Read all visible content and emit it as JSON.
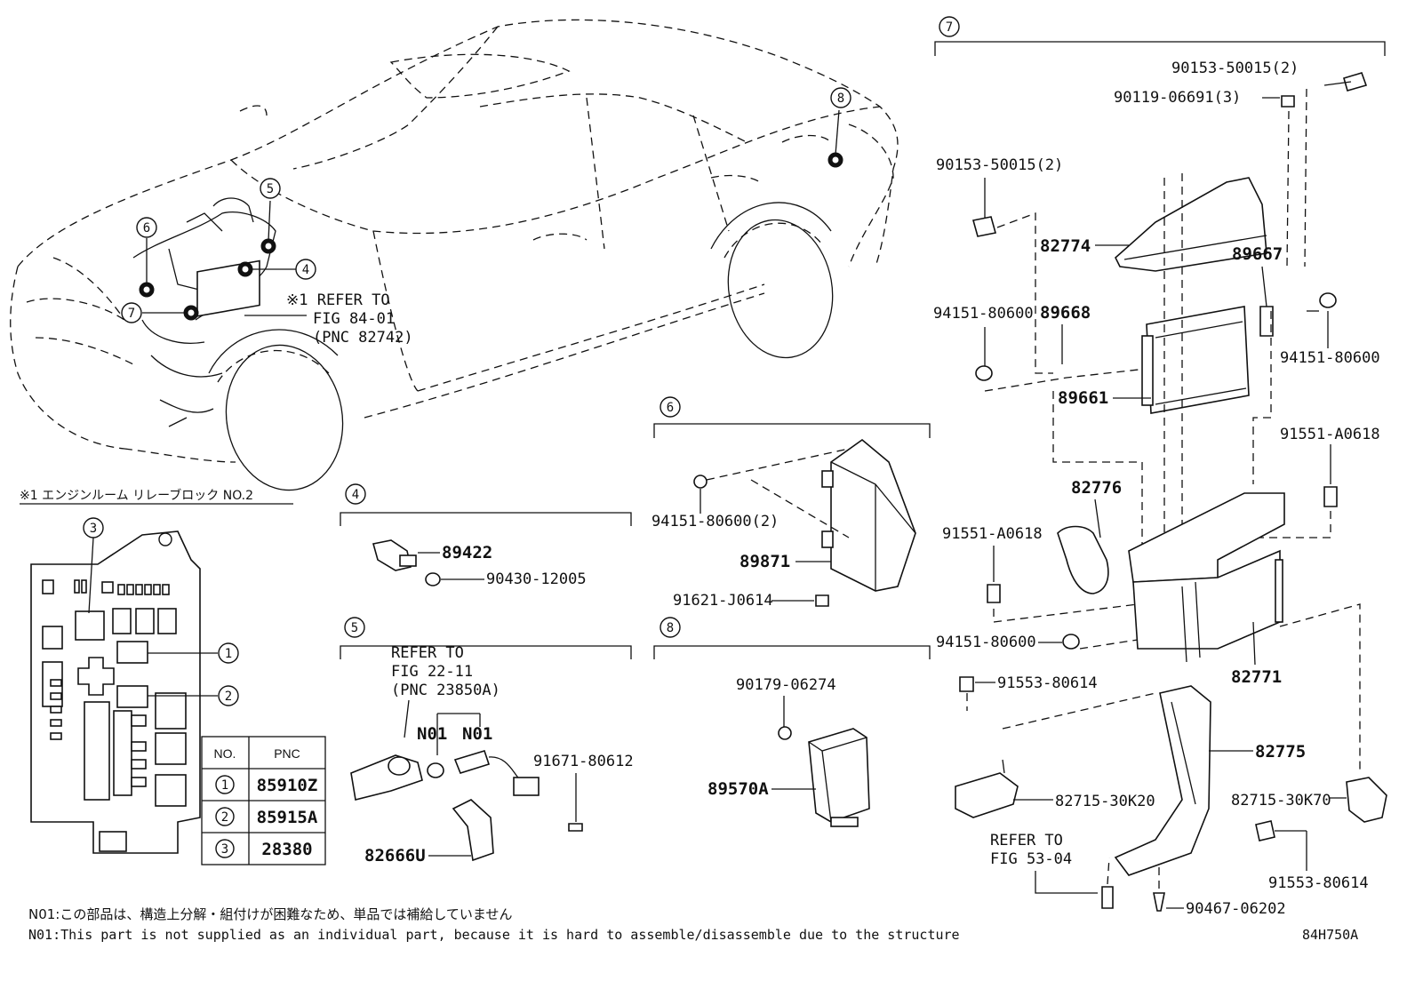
{
  "diagram_code": "84H750A",
  "callouts": {
    "c1": "1",
    "c2": "2",
    "c3": "3",
    "c4": "4",
    "c5": "5",
    "c6": "6",
    "c7": "7",
    "c8": "8"
  },
  "car_note": {
    "line1": "※1 REFER TO",
    "line2": "FIG 84-01",
    "line3": "(PNC 82742)"
  },
  "relay_block": {
    "title": "※1 エンジンルーム リレーブロック NO.2",
    "table": {
      "headers": [
        "NO.",
        "PNC"
      ],
      "rows": [
        {
          "no": "1",
          "pnc": "85910Z"
        },
        {
          "no": "2",
          "pnc": "85915A"
        },
        {
          "no": "3",
          "pnc": "28380"
        }
      ]
    }
  },
  "section4": {
    "p1": "89422",
    "p2": "90430-12005"
  },
  "section5": {
    "ref1": "REFER TO",
    "ref2": "FIG 22-11",
    "ref3": "(PNC 23850A)",
    "n01a": "N01",
    "n01b": "N01",
    "p1": "91671-80612",
    "p2": "82666U"
  },
  "section6": {
    "p1": "94151-80600(2)",
    "p2": "89871",
    "p3": "91621-J0614"
  },
  "section8": {
    "p1": "90179-06274",
    "p2": "89570A"
  },
  "section7": {
    "p1": "90153-50015(2)",
    "p2": "90119-06691(3)",
    "p3": "90153-50015(2)",
    "p4": "82774",
    "p5": "89667",
    "p6": "94151-80600",
    "p7": "89668",
    "p8": "94151-80600",
    "p9": "89661",
    "p10": "91551-A0618",
    "p11": "82776",
    "p12": "91551-A0618",
    "p13": "94151-80600",
    "p14": "91553-80614",
    "p15": "82771",
    "p16": "82775",
    "p17": "82715-30K20",
    "p18": "82715-30K70",
    "p19": "REFER TO",
    "p20": "FIG 53-04",
    "p21": "91553-80614",
    "p22": "90467-06202"
  },
  "notes": {
    "jp": "N01:この部品は、構造上分解・組付けが困難なため、単品では補給していません",
    "en": "N01:This part is not supplied as an individual part, because it is hard to assemble/disassemble due to the structure"
  }
}
